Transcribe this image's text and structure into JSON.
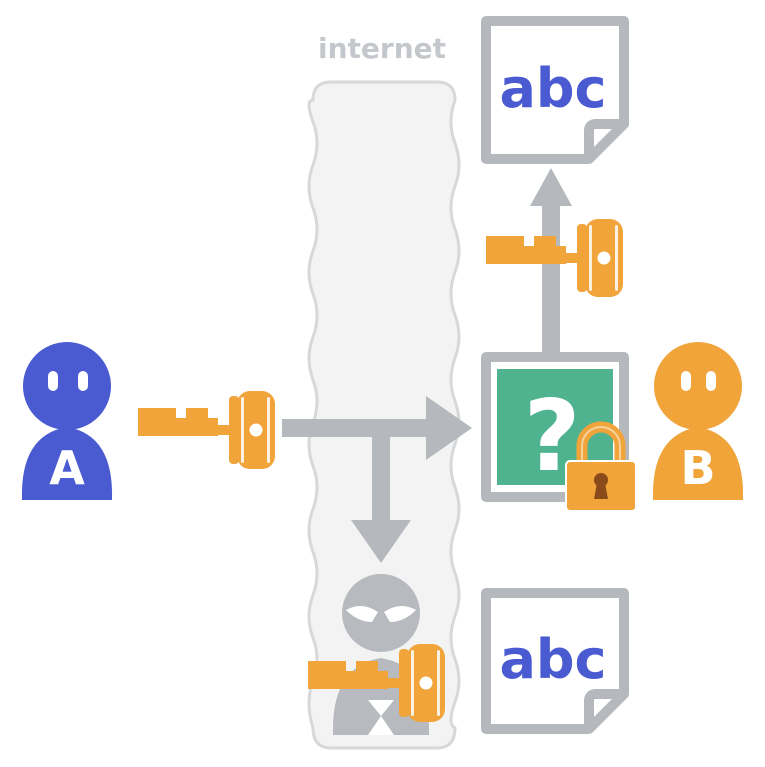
{
  "internet_label": "internet",
  "documents": {
    "plaintext_top": "abc",
    "plaintext_bottom": "abc",
    "ciphertext_symbol": "?"
  },
  "people": {
    "sender": "A",
    "receiver": "B"
  },
  "icons": [
    "person-icon",
    "key-icon",
    "lock-icon",
    "document-icon",
    "eavesdropper-icon",
    "arrow-icon"
  ],
  "colors": {
    "person_a": "#4a5bd1",
    "person_b": "#f0a43a",
    "key": "#f0a43a",
    "arrow": "#b5b9be",
    "internet_band": "#f3f3f3",
    "internet_border": "#d6d8da",
    "cipher_box": "#4fb38f",
    "doc_text": "#4a5bd1",
    "eavesdropper": "#b7babe"
  }
}
